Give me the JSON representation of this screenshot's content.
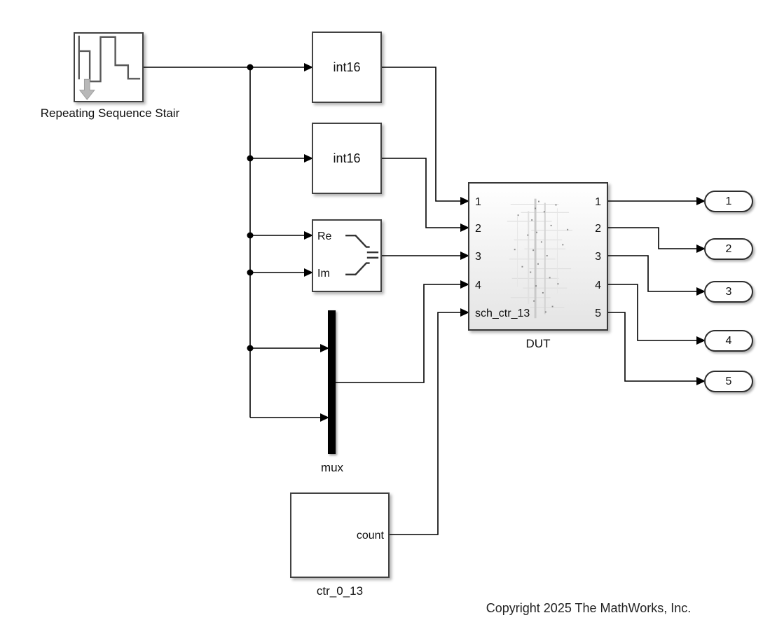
{
  "diagram": {
    "blocks": {
      "source": {
        "label": "Repeating Sequence Stair"
      },
      "int16_top": {
        "label": "int16"
      },
      "int16_bottom": {
        "label": "int16"
      },
      "complex": {
        "re": "Re",
        "im": "Im"
      },
      "mux": {
        "label": "mux"
      },
      "counter": {
        "label": "ctr_0_13",
        "port": "count"
      },
      "dut": {
        "label": "DUT",
        "inputs": [
          "1",
          "2",
          "3",
          "4",
          "sch_ctr_13"
        ],
        "outputs": [
          "1",
          "2",
          "3",
          "4",
          "5"
        ]
      }
    },
    "outports": [
      "1",
      "2",
      "3",
      "4",
      "5"
    ],
    "annotation": {
      "copyright": "Copyright 2025 The MathWorks, Inc."
    },
    "colors": {
      "wire": "#000000",
      "block_border": "#424242",
      "dut_top": "#ffffff",
      "dut_bottom": "#e4e4e4",
      "stair_arrow": "#b8b8b8"
    }
  }
}
